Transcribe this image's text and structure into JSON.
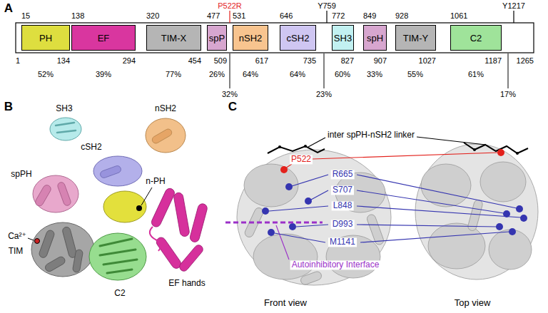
{
  "diagram": {
    "nodes": [
      {
        "text": [
          "PH"
        ]
      },
      {
        "text": [
          "EF"
        ]
      },
      {
        "text": [
          "TIM-X"
        ]
      },
      {
        "text": [
          "spP"
        ]
      },
      {
        "text": [
          "nSH2"
        ]
      },
      {
        "text": [
          "cSH2"
        ]
      },
      {
        "text": [
          "SH3"
        ]
      },
      {
        "text": [
          "spH"
        ]
      },
      {
        "text": [
          "TIM-Y"
        ]
      },
      {
        "text": [
          "C2"
        ]
      }
    ],
    "labels": [
      "A",
      "15",
      "138",
      "320",
      "477",
      "P522R",
      "531",
      "646",
      "Y759",
      "772",
      "849",
      "928",
      "1061",
      "Y1217",
      "1",
      "134",
      "294",
      "454",
      "509",
      "617",
      "735",
      "827",
      "907",
      "1027",
      "1187",
      "1265",
      "52%",
      "39%",
      "77%",
      "26%",
      "64%",
      "64%",
      "60%",
      "33%",
      "55%",
      "61%",
      "32%",
      "23%",
      "17%",
      "B",
      "SH3",
      "nSH2",
      "cSH2",
      "spPH",
      "n-PH",
      "Ca²⁺",
      "TIM",
      "C2",
      "EF hands",
      "C",
      "inter spPH-nSH2 linker",
      "P522",
      "R665",
      "S707",
      "L848",
      "D993",
      "M1141",
      "Autoinhibitory Interface",
      "Front view",
      "Top view"
    ]
  }
}
